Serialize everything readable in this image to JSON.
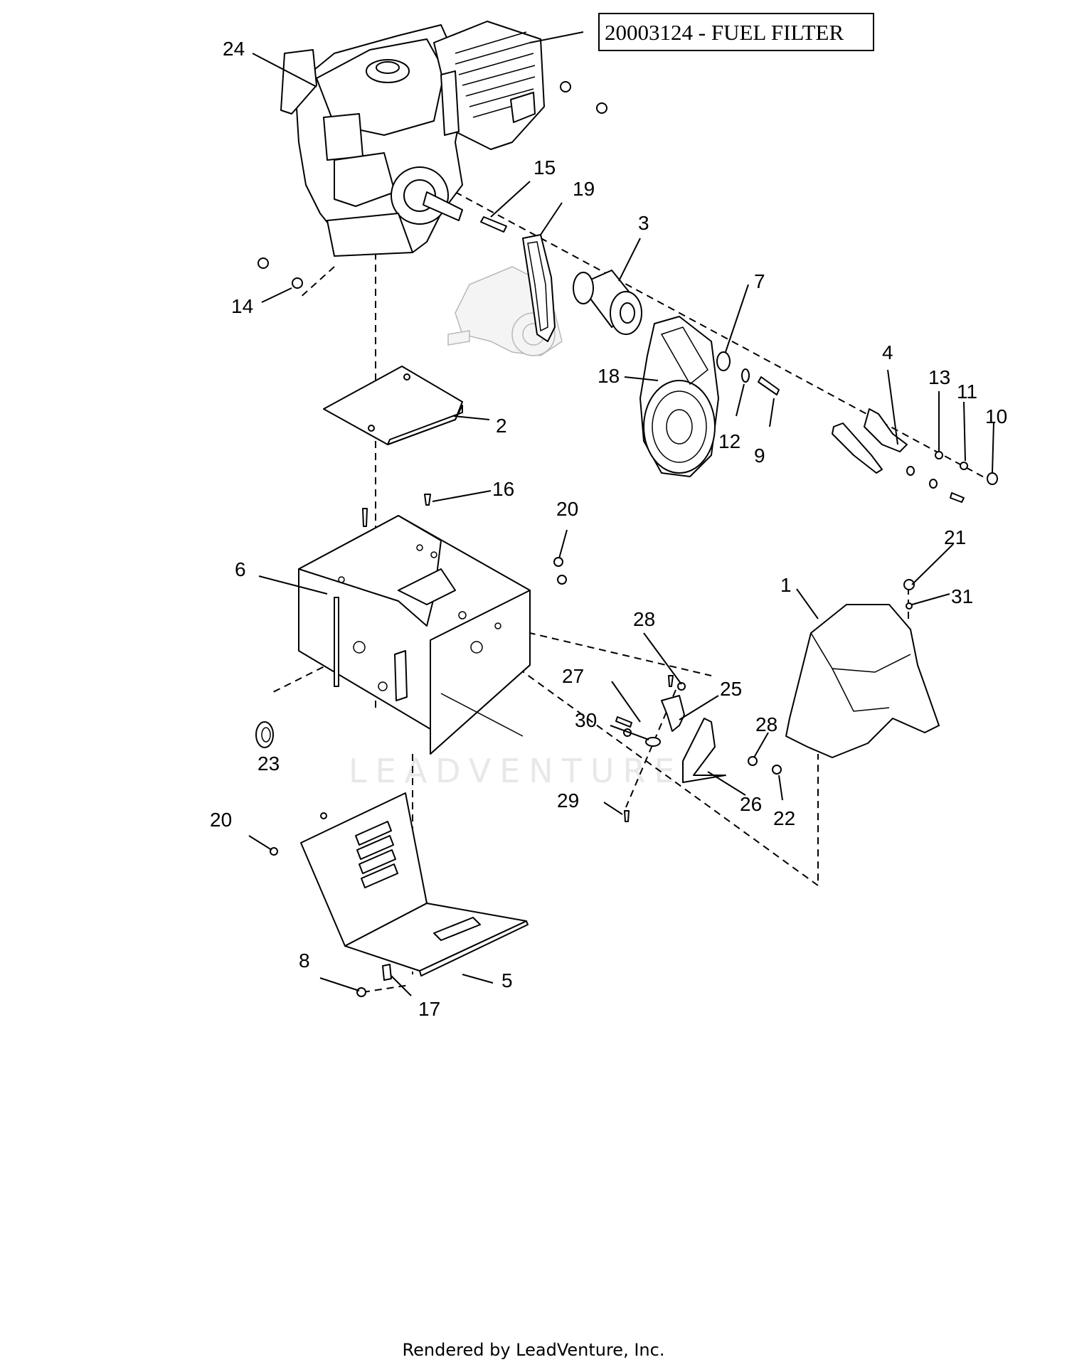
{
  "callout_box": {
    "text": "20003124 - FUEL FILTER"
  },
  "watermark": "LEADVENTURE",
  "footer": "Rendered by LeadVenture, Inc.",
  "part_labels": [
    "24",
    "15",
    "19",
    "3",
    "7",
    "14",
    "18",
    "12",
    "9",
    "4",
    "13",
    "11",
    "10",
    "2",
    "16",
    "20",
    "6",
    "21",
    "1",
    "31",
    "28",
    "27",
    "25",
    "30",
    "28",
    "23",
    "29",
    "26",
    "22",
    "20",
    "8",
    "5",
    "17"
  ]
}
